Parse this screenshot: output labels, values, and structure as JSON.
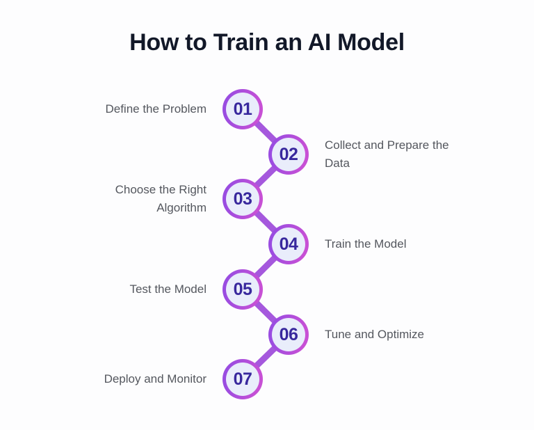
{
  "page": {
    "title": "How to Train an AI Model"
  },
  "colors": {
    "background": "#fdfdfe",
    "title_text": "#121828",
    "label_text": "#54575e",
    "number_text": "#38289d",
    "circle_fill": "#e9edfb",
    "circle_border_gradient_start": "#9a4ce1",
    "circle_border_gradient_end": "#c750d5",
    "connector": "#a558dd"
  },
  "steps": [
    {
      "number": "01",
      "label": "Define the Problem",
      "side": "left"
    },
    {
      "number": "02",
      "label": "Collect and Prepare the Data",
      "side": "right"
    },
    {
      "number": "03",
      "label": "Choose the Right Algorithm",
      "side": "left"
    },
    {
      "number": "04",
      "label": "Train the Model",
      "side": "right"
    },
    {
      "number": "05",
      "label": "Test the Model",
      "side": "left"
    },
    {
      "number": "06",
      "label": "Tune and Optimize",
      "side": "right"
    },
    {
      "number": "07",
      "label": "Deploy and Monitor",
      "side": "left"
    }
  ]
}
